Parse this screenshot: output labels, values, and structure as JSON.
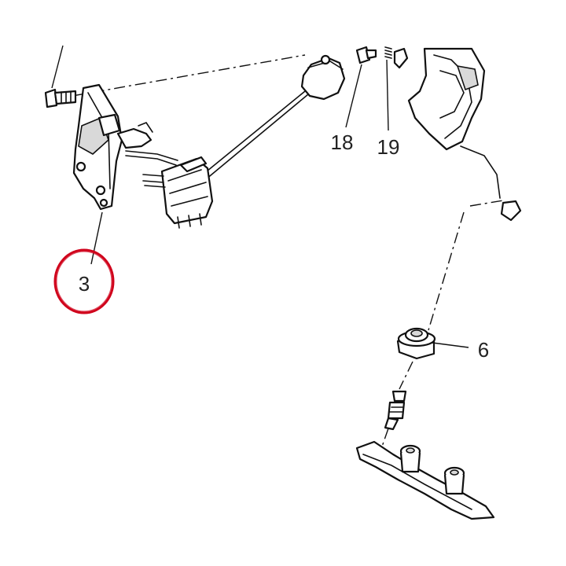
{
  "callouts": {
    "part_3": "3",
    "part_6": "6",
    "part_18": "18",
    "part_19": "19"
  },
  "colors": {
    "highlight_circle": "#d0021b",
    "line_art": "#111111",
    "background": "#ffffff"
  }
}
